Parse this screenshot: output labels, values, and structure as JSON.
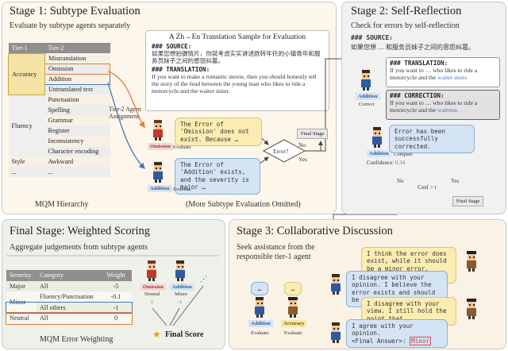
{
  "stage1": {
    "title": "Stage 1: Subtype Evaluation",
    "subtitle": "Evaluate by subtype agents separately",
    "sample_title": "A Zh→En Translation Sample for Evaluation",
    "source_label": "### SOURCE:",
    "source_text": "如果您想拍摄情片，你就考虑实实讲述欧转年托的小镇青年和服务员妹子之间的恩怨纠葛。",
    "translation_label": "### TRANSLATION:",
    "translation_text": "If you want to make a romantic movie, then you should honestly tell the story of the feud between the young man who likes to ride a motorcycle and the waiter sister.",
    "table_headers": [
      "Tier-1",
      "Tier-2"
    ],
    "rows": [
      {
        "t1": "Accuracy",
        "t2": [
          "Mistranslation",
          "Omission",
          "Addition",
          "Untranslated text"
        ]
      },
      {
        "t1": "Fluency",
        "t2": [
          "Punctuation",
          "Spelling",
          "Grammar",
          "Register",
          "Inconsistency",
          "Character encoding"
        ]
      },
      {
        "t1": "Style",
        "t2": [
          "Awkward"
        ]
      },
      {
        "t1": "...",
        "t2": [
          "..."
        ]
      }
    ],
    "hierarchy_label": "MQM Hierarchy",
    "assignment_label": "Tier-2 Agent Assignment",
    "omission_bubble": "The Error of 'Omission' does not exist. Because …",
    "addition_bubble": "The Error of 'Addition' exists, and the severity is major …",
    "omission_tag": "Omission",
    "addition_tag": "Addition",
    "evaluate": "Evaluate",
    "error_q": "Error?",
    "no": "No",
    "yes": "Yes",
    "final_stage": "Final Stage",
    "omitted_note": "(More Subtype Evaluation Omitted)"
  },
  "stage2": {
    "title": "Stage 2: Self-Reflection",
    "subtitle": "Check for errors by self-reflection",
    "source_label": "### SOURCE:",
    "source_text": "如果您想 … 和服务员妹子之间的恩怨纠葛。",
    "translation_label": "### TRANSLATION:",
    "translation_text_a": "If you want to … who likes to ride a motorcycle and the ",
    "translation_hl": "waiter sister.",
    "correction_label": "### CORRECTION:",
    "correction_text_a": "If you want to … who likes to ride a motorcycle and the ",
    "correction_hl": "waitress.",
    "addition_tag": "Addition",
    "correct": "Correct",
    "compare": "Compare",
    "corrected_bubble": "Error has been successfully corrected.",
    "confidence_label": "Confidence:",
    "confidence_value": "0.34",
    "conf_q": "Conf > t",
    "no": "No",
    "yes": "Yes",
    "final_stage": "Final Stage"
  },
  "final_stage": {
    "title": "Final Stage: Weighted Scoring",
    "subtitle": "Aggregate judgements from subtype agents",
    "headers": [
      "Severity",
      "Category",
      "Weight"
    ],
    "rows": [
      {
        "severity": "Major",
        "category": "All",
        "weight": "-5"
      },
      {
        "severity": "Minor",
        "category": "Fluency/Punctuation",
        "weight": "-0.1"
      },
      {
        "severity": "",
        "category": "All others",
        "weight": "-1"
      },
      {
        "severity": "Neutral",
        "category": "All",
        "weight": "0"
      }
    ],
    "weighting_label": "MQM Error Weighting",
    "omission_tag": "Omission",
    "addition_tag": "Addition",
    "neutral_label": "Neutral",
    "zero": "0",
    "minor_label": "Minor",
    "minus_one": "-1",
    "final_score": "Final Score"
  },
  "stage3": {
    "title": "Stage 3: Collaborative Discussion",
    "subtitle_a": "Seek assistance from the",
    "subtitle_b": "responsible tier-1 agent",
    "ellipsis": "…",
    "b1": "I think the error does exist, while it should be a minor error. Specifically, …",
    "b2": "I disagree with your opinion. I believe the error exists and should be a major error …",
    "b3": "I disagree with your view. I still hold the point that …",
    "b4_a": "I agree with your opinion.",
    "b4_b": "<Final Answer>: ",
    "b4_hl": "Minor",
    "addition_tag": "Addition",
    "accuracy_tag": "Accuracy",
    "evaluate": "Evaluate"
  },
  "colors": {
    "red_accent": "#e07a3f",
    "blue_accent": "#4a76b5",
    "red_box": "#d94a4a"
  }
}
